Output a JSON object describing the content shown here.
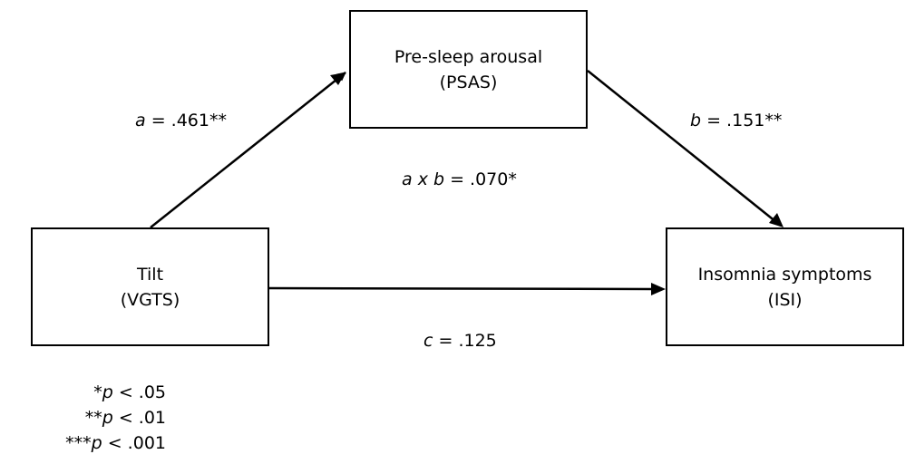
{
  "diagram": {
    "nodes": {
      "mediator": {
        "line1": "Pre-sleep arousal",
        "line2": "(PSAS)"
      },
      "predictor": {
        "line1": "Tilt",
        "line2": "(VGTS)"
      },
      "outcome": {
        "line1": "Insomnia symptoms",
        "line2": "(ISI)"
      }
    },
    "paths": {
      "a": {
        "symbol": "a",
        "text": " = .461**"
      },
      "b": {
        "symbol": "b",
        "text": " = .151**"
      },
      "ab": {
        "symbol_a": "a",
        "sep": " x ",
        "symbol_b": "b",
        "text": " = .070*"
      },
      "c": {
        "symbol": "c",
        "text": " = .125"
      }
    },
    "notes": [
      {
        "stars": "*",
        "p": "p",
        "text": " < .05"
      },
      {
        "stars": "**",
        "p": "p",
        "text": " < .01"
      },
      {
        "stars": "***",
        "p": "p",
        "text": " < .001"
      }
    ],
    "colors": {
      "line": "#000000",
      "background": "#ffffff"
    }
  }
}
